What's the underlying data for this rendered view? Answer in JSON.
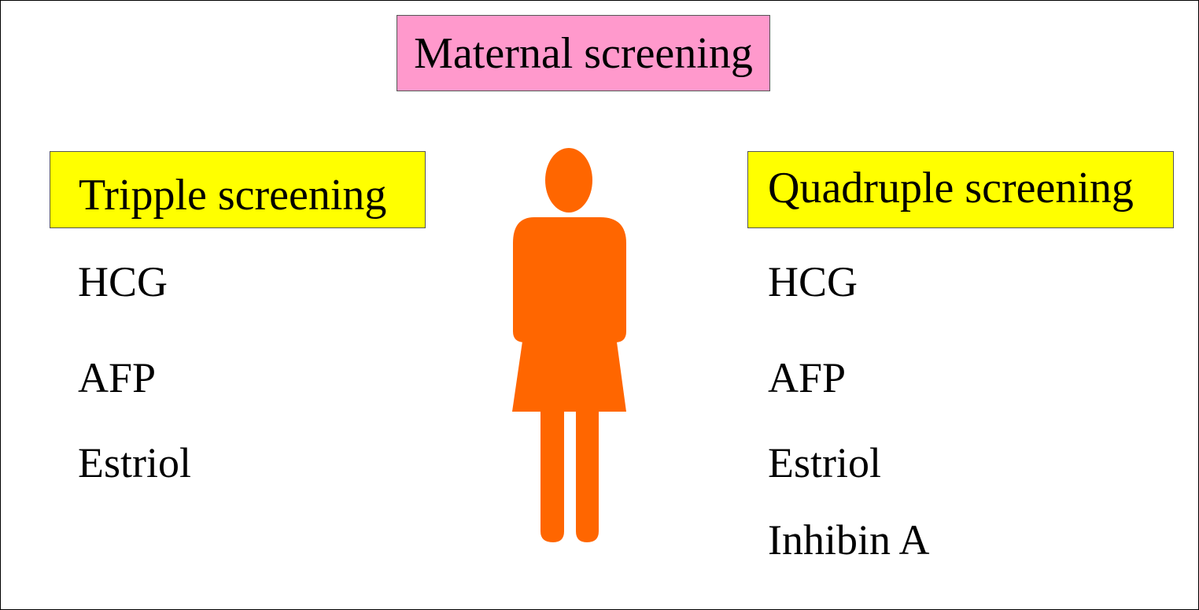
{
  "title": "Maternal screening",
  "colors": {
    "title_bg": "#ff99cc",
    "header_bg": "#ffff00",
    "figure": "#ff6600"
  },
  "figure_icon": "woman-figure-icon",
  "left_panel": {
    "heading": "Tripple screening",
    "items": [
      "HCG",
      "AFP",
      "Estriol"
    ]
  },
  "right_panel": {
    "heading": "Quadruple screening",
    "items": [
      "HCG",
      "AFP",
      "Estriol",
      "Inhibin A"
    ]
  }
}
